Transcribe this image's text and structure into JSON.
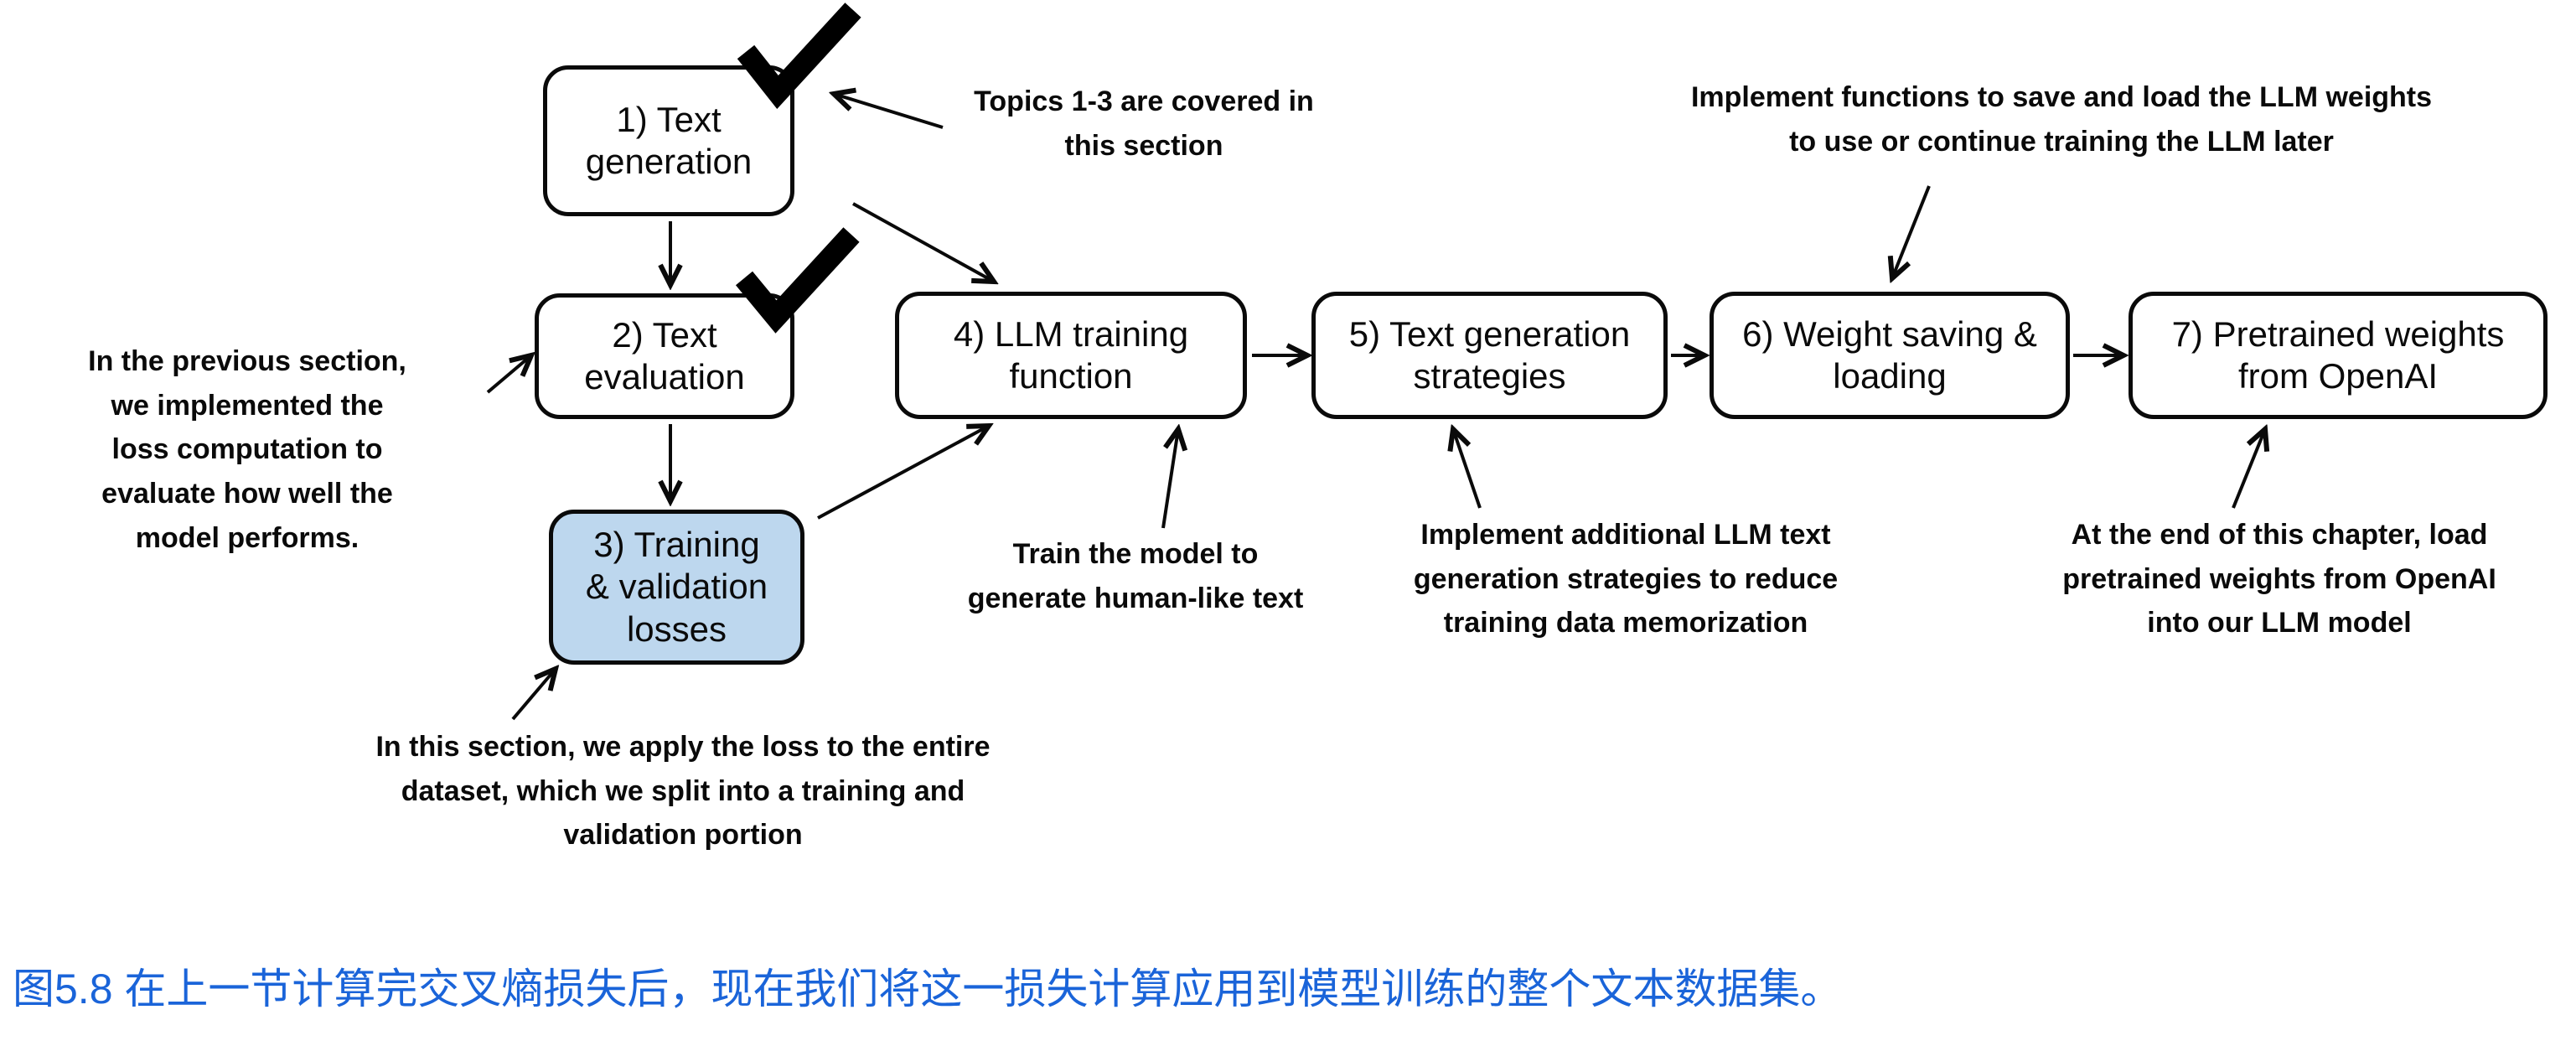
{
  "colors": {
    "box_border": "#0a0a0a",
    "box_fill_highlight": "#bdd7ee",
    "caption_blue": "#1a64d9"
  },
  "figure": {
    "boxes": [
      {
        "label": "1) Text\ngeneration",
        "checked": true
      },
      {
        "label": "2) Text\nevaluation",
        "checked": true
      },
      {
        "label": "3) Training\n& validation\nlosses",
        "highlighted": true
      },
      {
        "label": "4) LLM training\nfunction"
      },
      {
        "label": "5) Text generation\nstrategies"
      },
      {
        "label": "6) Weight saving &\nloading"
      },
      {
        "label": "7) Pretrained weights\nfrom OpenAI"
      }
    ],
    "annotations": {
      "topics": "Topics 1-3 are covered in\nthis section",
      "previous_section": "In the previous section,\nwe implemented the\nloss computation to\nevaluate how well the\nmodel performs.",
      "this_section": "In this section, we apply the loss to the entire\ndataset, which we split into a training and\nvalidation portion",
      "train_model": "Train the model to\ngenerate human-like text",
      "generation_strategies": "Implement additional LLM text\ngeneration strategies to reduce\ntraining data memorization",
      "save_load": "Implement functions to save and load the LLM weights\nto use or continue training the LLM later",
      "openai_weights": "At the end of this chapter, load\npretrained weights from OpenAI\ninto our LLM model"
    }
  },
  "caption": "图5.8 在上一节计算完交叉熵损失后，现在我们将这一损失计算应用到模型训练的整个文本数据集。"
}
